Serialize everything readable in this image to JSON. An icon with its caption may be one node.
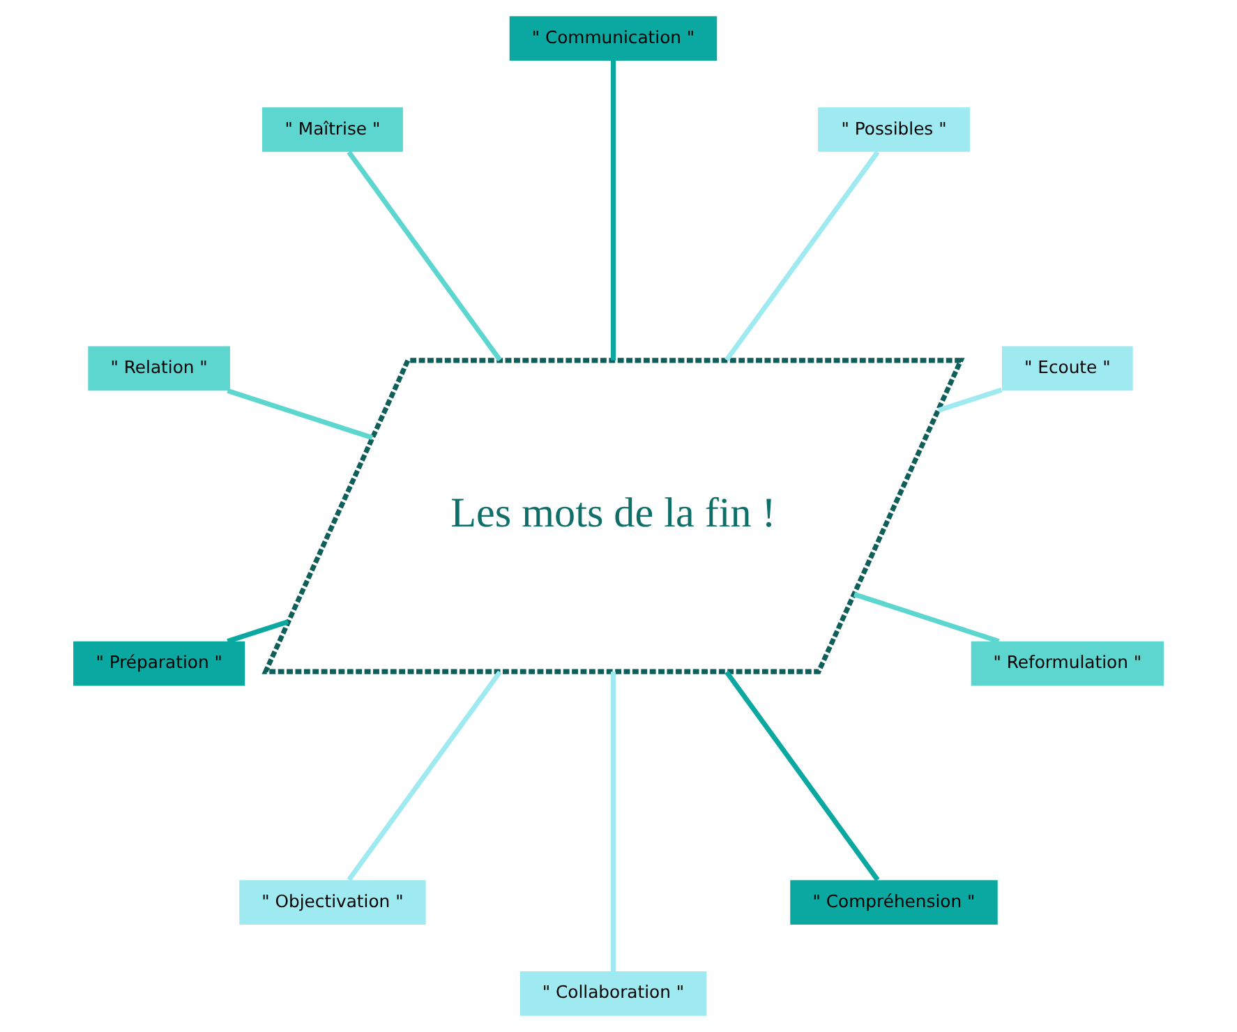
{
  "diagram": {
    "nodes": [
      {
        "text": [
          "Les mots de la fin !"
        ]
      },
      {
        "text": [
          "\" Ecoute \""
        ]
      },
      {
        "text": [
          "\" Possibles \""
        ]
      },
      {
        "text": [
          "\" Communication \""
        ]
      },
      {
        "text": [
          "\" Maîtrise \""
        ]
      },
      {
        "text": [
          "\" Relation \""
        ]
      },
      {
        "text": [
          "\" Préparation \""
        ]
      },
      {
        "text": [
          "\" Objectivation \""
        ]
      },
      {
        "text": [
          "\" Collaboration \""
        ]
      },
      {
        "text": [
          "\" Compréhension \""
        ]
      },
      {
        "text": [
          "\" Reformulation \""
        ]
      }
    ],
    "edges": [
      {
        "from": 0,
        "to": 1,
        "arrow": "none"
      },
      {
        "from": 0,
        "to": 2,
        "arrow": "none"
      },
      {
        "from": 0,
        "to": 3,
        "arrow": "none",
        "color": "#0aa8a0"
      },
      {
        "from": 0,
        "to": 4,
        "arrow": "none",
        "color": "#5dd6d0"
      },
      {
        "from": 0,
        "to": 5,
        "arrow": "none",
        "color": "#5dd6d0"
      },
      {
        "from": 0,
        "to": 6,
        "arrow": "none",
        "color": "#0aa8a0"
      },
      {
        "from": 0,
        "to": 7,
        "arrow": "none"
      },
      {
        "from": 0,
        "to": 8,
        "arrow": "none"
      },
      {
        "from": 0,
        "to": 9,
        "arrow": "none",
        "color": "#0aa8a0"
      },
      {
        "from": 0,
        "to": 10,
        "arrow": "none",
        "color": "#5dd6d0"
      }
    ]
  }
}
